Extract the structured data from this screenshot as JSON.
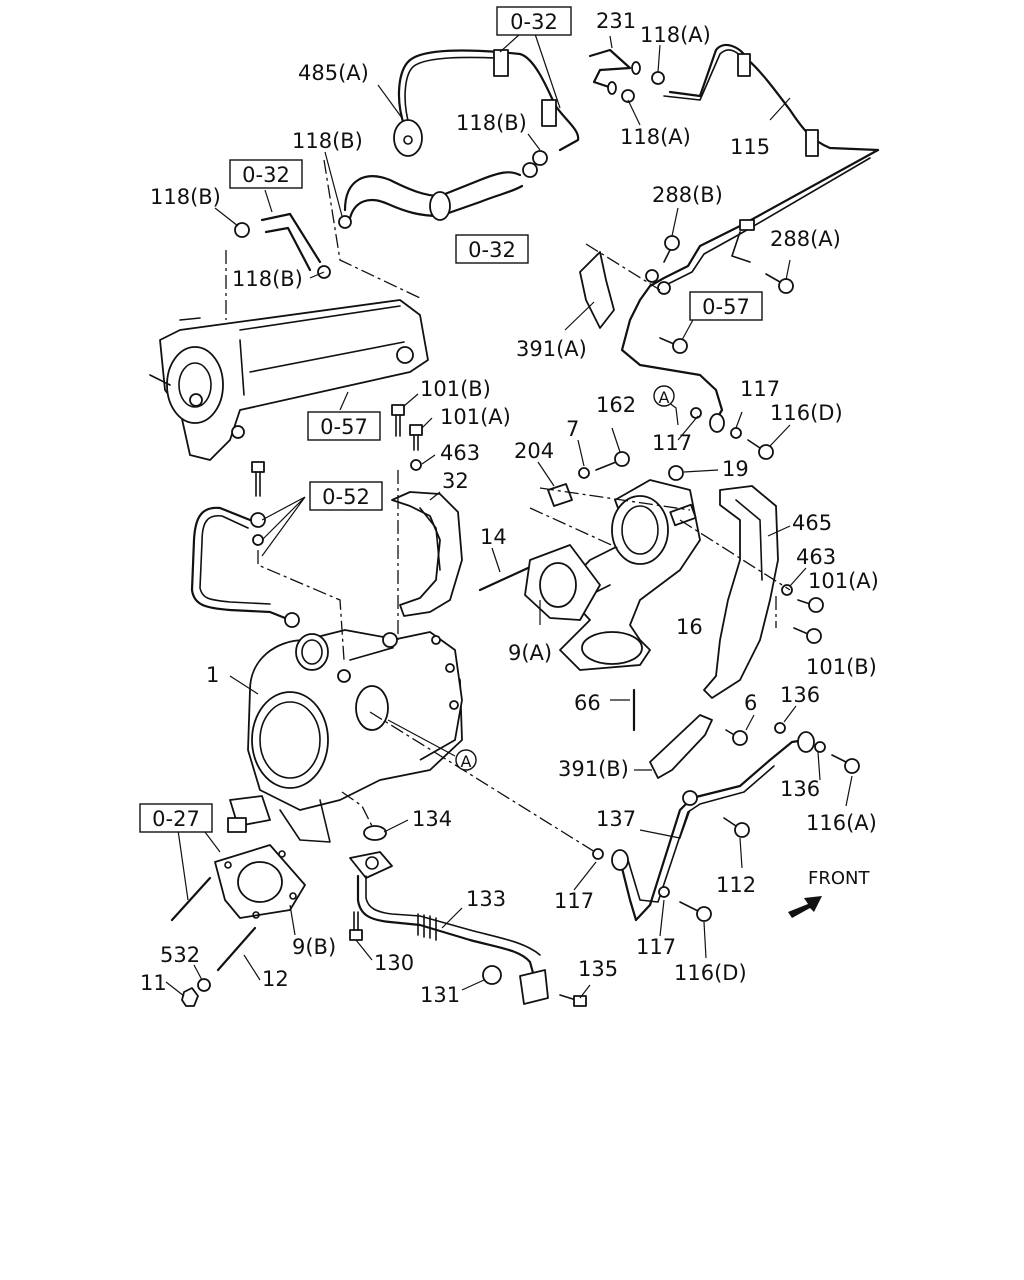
{
  "diagram": {
    "front_label": "FRONT",
    "circle_ref": "A",
    "ref_boxes": {
      "r1": "0-32",
      "r2": "0-32",
      "r3": "0-32",
      "r4": "0-57",
      "r5": "0-57",
      "r6": "0-52",
      "r7": "0-27"
    },
    "labels": {
      "l231": "231",
      "l118a_1": "118(A)",
      "l485a": "485(A)",
      "l118b_1": "118(B)",
      "l118a_2": "118(A)",
      "l115": "115",
      "l118b_2": "118(B)",
      "l118b_3": "118(B)",
      "l118b_4": "118(B)",
      "l288b": "288(B)",
      "l288a": "288(A)",
      "l391a": "391(A)",
      "l101b_1": "101(B)",
      "l101a_1": "101(A)",
      "l463_1": "463",
      "l32": "32",
      "l117_1": "117",
      "l116d_1": "116(D)",
      "l117_2": "117",
      "l162": "162",
      "l7": "7",
      "l204": "204",
      "l19": "19",
      "l14": "14",
      "l465": "465",
      "l463_2": "463",
      "l101a_2": "101(A)",
      "l16": "16",
      "l9a": "9(A)",
      "l101b_2": "101(B)",
      "l1": "1",
      "l66": "66",
      "l6": "6",
      "l136_1": "136",
      "l391b": "391(B)",
      "l136_2": "136",
      "l116a": "116(A)",
      "l137": "137",
      "l134": "134",
      "l112": "112",
      "l117_3": "117",
      "l133": "133",
      "l117_4": "117",
      "l116d_2": "116(D)",
      "l130": "130",
      "l9b": "9(B)",
      "l532": "532",
      "l11": "11",
      "l12": "12",
      "l135": "135",
      "l131": "131"
    }
  }
}
